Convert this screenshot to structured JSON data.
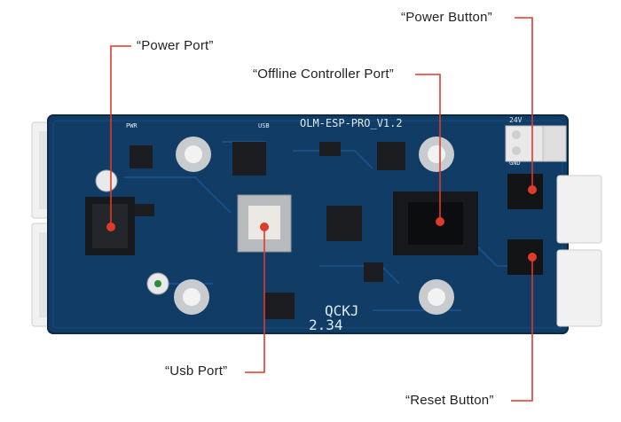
{
  "callouts": {
    "power_port": "“Power Port”",
    "offline_controller_port": "“Offline Controller Port”",
    "power_button": "“Power Button”",
    "usb_port": "“Usb Port”",
    "reset_button": "“Reset Button”"
  },
  "board": {
    "model_label": "OLM-ESP-PRO_V1.2",
    "usb_silk": "USB",
    "pwr_silk": "PWR",
    "voltage_silk": "24V",
    "gnd_silk": "GND",
    "batch_code_line1": "QCKJ",
    "batch_code_line2": "2.34"
  },
  "colors": {
    "board": "#103c66",
    "board_dark": "#0b2d4f",
    "leader_line": "#e03a2a",
    "marker": "#e03a2a"
  }
}
